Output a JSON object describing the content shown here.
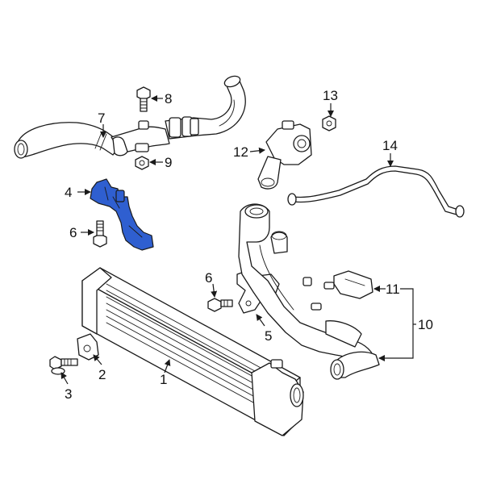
{
  "diagram": {
    "highlight_color": "#2f5fd0",
    "line_color": "#1a1a1a",
    "highlighted_part": "4",
    "callouts": {
      "p1": "1",
      "p2": "2",
      "p3": "3",
      "p4": "4",
      "p5": "5",
      "p6a": "6",
      "p6b": "6",
      "p7": "7",
      "p8": "8",
      "p9": "9",
      "p10": "10",
      "p11": "11",
      "p12": "12",
      "p13": "13",
      "p14": "14"
    }
  }
}
